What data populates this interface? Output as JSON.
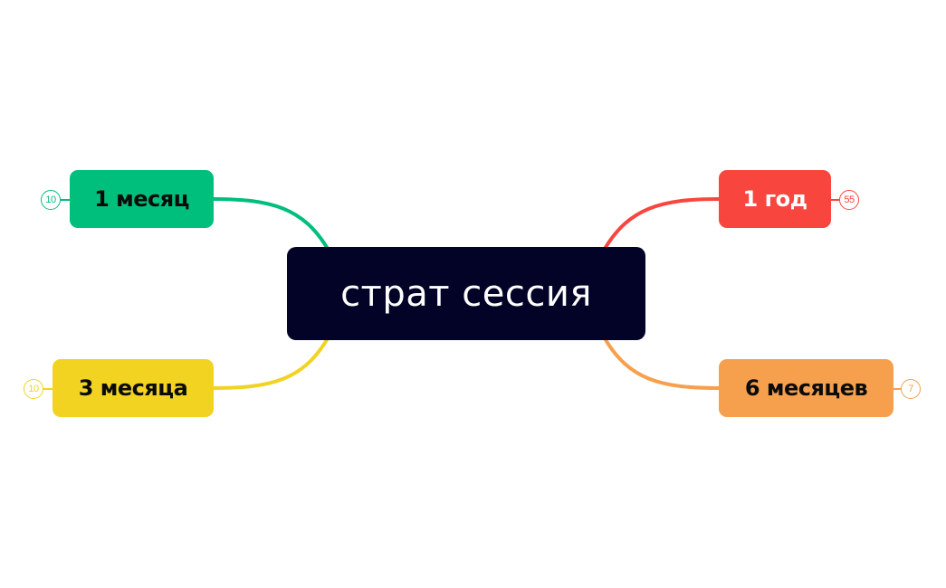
{
  "mindmap": {
    "central": {
      "label": "страт сессия",
      "color": "#020327"
    },
    "branches": [
      {
        "label": "1 месяц",
        "badge": "10",
        "color": "#00BE7C",
        "side": "left",
        "position": "top"
      },
      {
        "label": "1 год",
        "badge": "55",
        "color": "#F8463F",
        "side": "right",
        "position": "top"
      },
      {
        "label": "3 месяца",
        "badge": "10",
        "color": "#F2D321",
        "side": "left",
        "position": "bottom"
      },
      {
        "label": "6 месяцев",
        "badge": "7",
        "color": "#F6A04D",
        "side": "right",
        "position": "bottom"
      }
    ]
  }
}
